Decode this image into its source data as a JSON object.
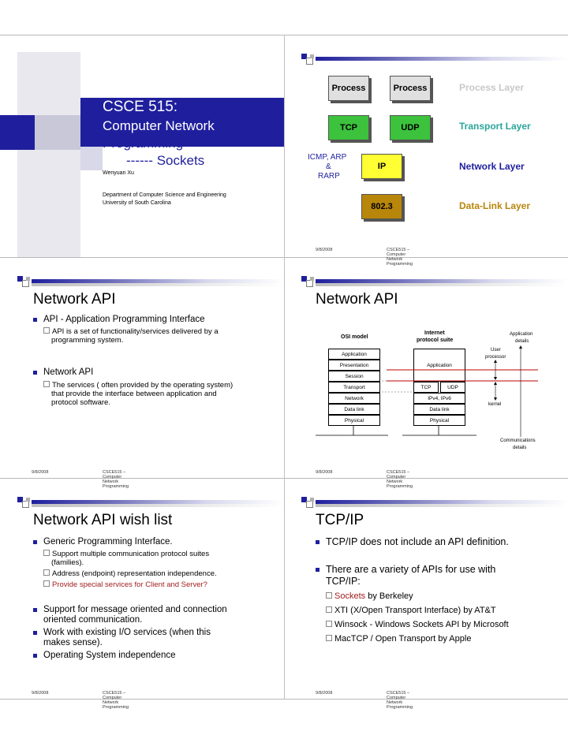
{
  "slide1": {
    "title": "CSCE 515:",
    "subtitle1": "Computer Network",
    "subtitle2": "Programming",
    "subtitle3": "------ Sockets",
    "author": "Wenyuan Xu",
    "dept": "Department of Computer Science and Engineering",
    "univ": "University of South Carolina"
  },
  "slide2": {
    "process1": "Process",
    "process2": "Process",
    "process_layer": "Process Layer",
    "tcp": "TCP",
    "udp": "UDP",
    "transport_layer": "Transport Layer",
    "icmp": "ICMP, ARP",
    "amp": "&",
    "rarp": "RARP",
    "ip": "IP",
    "network_layer": "Network Layer",
    "dl": "802.3",
    "datalink_layer": "Data-Link Layer"
  },
  "slide3": {
    "title": "Network API",
    "b1": "API - Application Programming Interface",
    "b1s1": "API is a set of functionality/services delivered by a",
    "b1s2": "programming system.",
    "b2": "Network API",
    "b2s1": "The services ( often provided by the operating system)",
    "b2s2": "that provide the interface between application and",
    "b2s3": "protocol software."
  },
  "slide4": {
    "title": "Network API",
    "osi": "OSI model",
    "inet1": "Internet",
    "inet2": "protocol suite",
    "appdet1": "Application",
    "appdet2": "details",
    "userproc1": "User",
    "userproc2": "processor",
    "osi_layers": [
      "Application",
      "Presentation",
      "Session",
      "Transport",
      "Network",
      "Data link",
      "Physical"
    ],
    "inet_app": "Application",
    "inet_tcp": "TCP",
    "inet_udp": "UDP",
    "inet_ip": "IPv4, IPv6",
    "inet_dl": "Data link",
    "inet_ph": "Physical",
    "kernel": "kernel",
    "comm1": "Communications",
    "comm2": "details"
  },
  "slide5": {
    "title": "Network API wish list",
    "b1": "Generic Programming Interface.",
    "s1a": "Support multiple communication protocol suites",
    "s1b": "(families).",
    "s2": "Address (endpoint) representation independence.",
    "s3": "Provide special services for Client and Server?",
    "b2a": "Support for message oriented and connection",
    "b2b": "oriented communication.",
    "b3a": "Work with existing I/O services (when this",
    "b3b": "makes sense).",
    "b4": "Operating System independence"
  },
  "slide6": {
    "title": "TCP/IP",
    "b1": "TCP/IP does not include an API definition.",
    "b2a": "There are a variety of APIs for use with",
    "b2b": "TCP/IP:",
    "s1a": "Sockets",
    "s1b": " by Berkeley",
    "s2": "XTI (X/Open Transport Interface) by AT&T",
    "s3": "Winsock - Windows Sockets API by Microsoft",
    "s4": "MacTCP / Open Transport  by Apple"
  },
  "footer": {
    "date": "9/8/2008",
    "course": "CSCE515 – Computer Network Programming"
  },
  "colors": {
    "accent": "#1f1f9e",
    "process_box": "#e0e0e0",
    "tcp_box": "#3cc23c",
    "ip_box": "#ffff33",
    "dl_box": "#b8860b",
    "transport_text": "#2aa59a",
    "process_text": "#c8c8c8",
    "datalink_text": "#b8860b",
    "red_text": "#a02020"
  }
}
